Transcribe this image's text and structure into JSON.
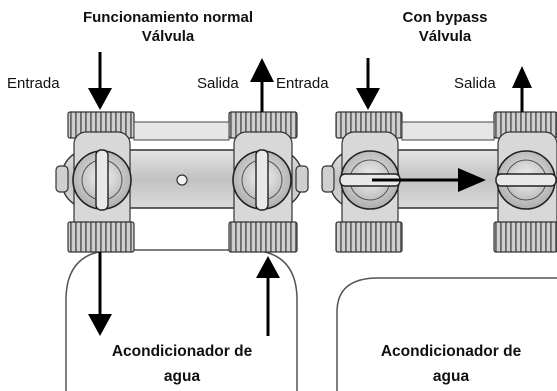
{
  "left_panel": {
    "title": "Funcionamiento normal\nVálvula",
    "inlet_label": "Entrada",
    "outlet_label": "Salida",
    "tank_label": "Acondicionador de\nagua"
  },
  "right_panel": {
    "title": "Con bypass\nVálvula",
    "inlet_label": "Entrada",
    "outlet_label": "Salida",
    "tank_label": "Acondicionador de\nagua"
  }
}
